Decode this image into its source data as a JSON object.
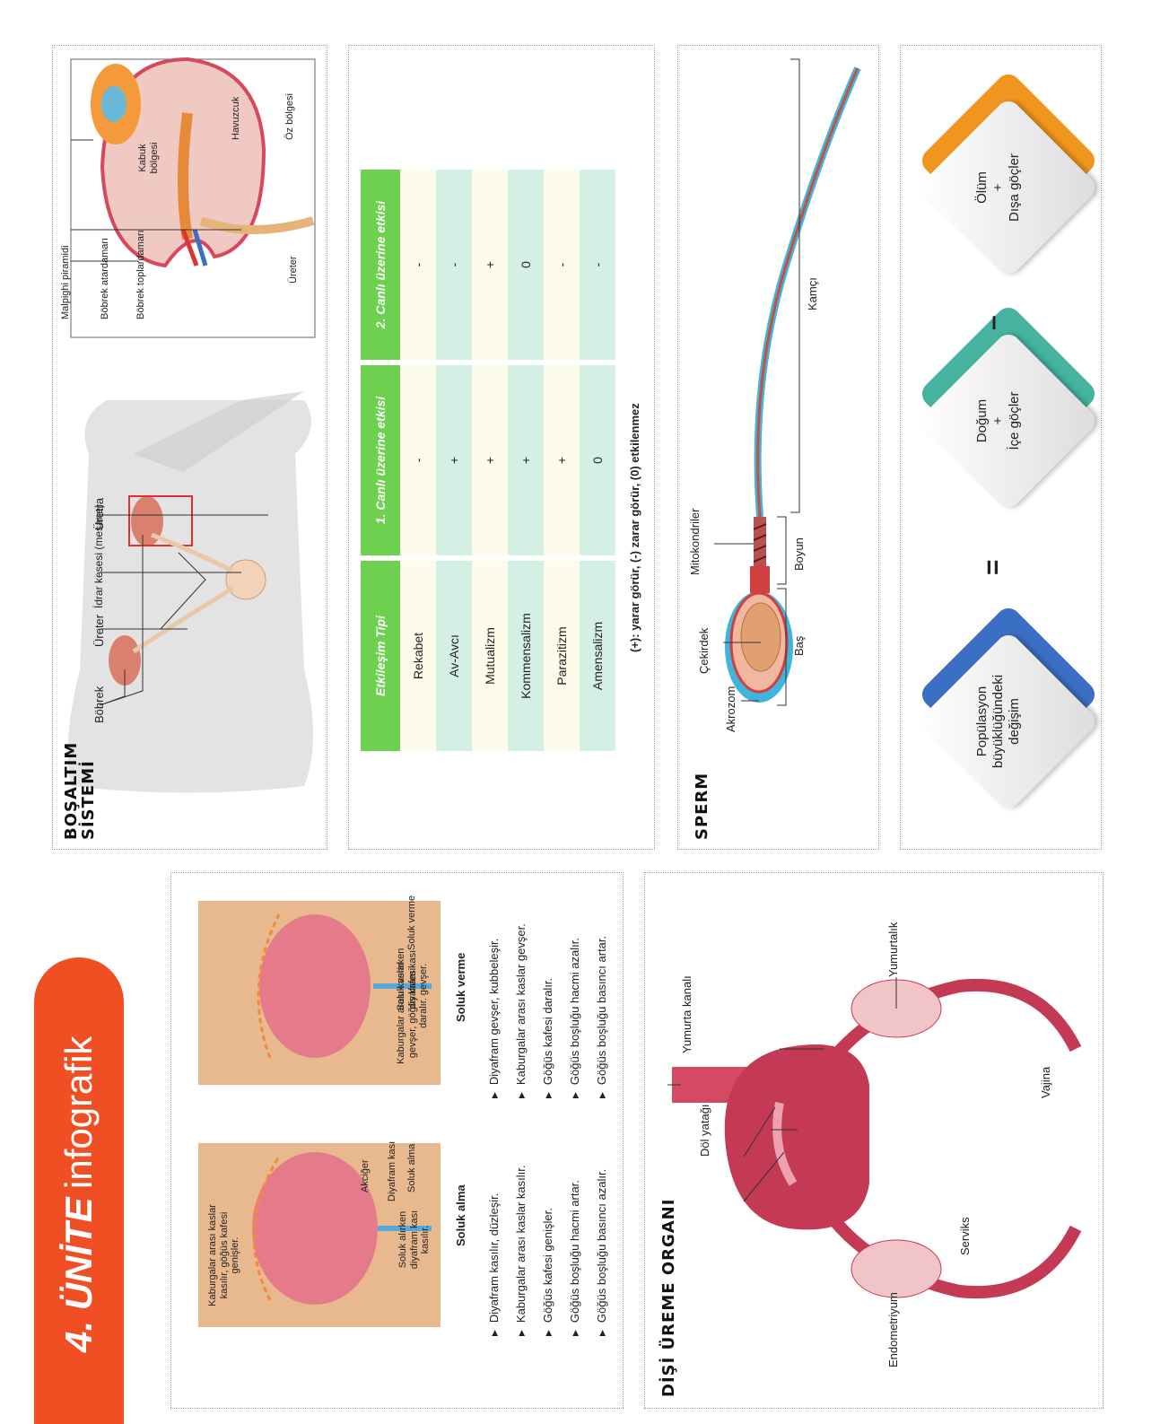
{
  "header": {
    "unit": "4. ÜNİTE",
    "label": "infografik"
  },
  "bosaltim": {
    "title": "BOŞALTIM SİSTEMİ",
    "labels": {
      "bobrek": "Böbrek",
      "ureter_body": "Üreter",
      "idrar": "İdrar kesesi (mesane)",
      "uretra": "Üretra",
      "malpighi": "Malpighi piramidi",
      "atardamar": "Böbrek atardamarı",
      "toplardamar": "Böbrek toplardamarı",
      "ureter_kidney": "Üreter",
      "kabuk": "Kabuk bölgesi",
      "havuzcuk": "Havuzcuk",
      "oz": "Öz bölgesi"
    }
  },
  "interactions": {
    "headers": [
      "Etkileşim Tipi",
      "1. Canlı üzerine etkisi",
      "2. Canlı üzerine etkisi"
    ],
    "rows": [
      {
        "type": "Rekabet",
        "c1": "-",
        "c2": "-"
      },
      {
        "type": "Av-Avcı",
        "c1": "+",
        "c2": "-"
      },
      {
        "type": "Mutualizm",
        "c1": "+",
        "c2": "+"
      },
      {
        "type": "Kommensalizm",
        "c1": "+",
        "c2": "0"
      },
      {
        "type": "Parazitizm",
        "c1": "+",
        "c2": "-"
      },
      {
        "type": "Amensalizm",
        "c1": "0",
        "c2": "-"
      }
    ],
    "legend": "(+): yarar görür,  (-) zarar görür,  (0) etkilenmez",
    "colors": {
      "header": "#6dd04e",
      "row_light": "#fdfbe9",
      "row_mint": "#d4f0e4"
    }
  },
  "sperm": {
    "title": "SPERM",
    "labels": {
      "akrozom": "Akrozom",
      "cekirdek": "Çekirdek",
      "mitokondri": "Mitokondriler",
      "bas": "Baş",
      "boyun": "Boyun",
      "kamci": "Kamçı"
    }
  },
  "population": {
    "card1": [
      "Popülasyon",
      "büyüklüğündeki",
      "değişim"
    ],
    "card2": [
      "Doğum",
      "+",
      "İçe göçler"
    ],
    "card3": [
      "Ölüm",
      "+",
      "Dışa göçler"
    ],
    "eq": "=",
    "minus": "–",
    "colors": [
      "#3a6fc4",
      "#46b3a0",
      "#f0961e"
    ]
  },
  "breathing": {
    "left_labels": {
      "kaburga": "Kaburgalar arası kaslar kasılır, göğüs kafesi genişler.",
      "soluk_alma_arrow": "Soluk alma",
      "akciger": "Akciğer",
      "diyafram": "Diyafram kası",
      "diyafram_note": "Soluk alırken diyafram kası kasılır."
    },
    "right_labels": {
      "kaburga": "Kaburgalar arası kaslar gevşer, göğüs kafesi daralır.",
      "soluk_verme_arrow": "Soluk verme",
      "diyafram_note": "Soluk verirken diyafram kası gevşer."
    },
    "inhale": {
      "title": "Soluk alma",
      "items": [
        "Diyafram kasılır, düzleşir.",
        "Kaburgalar arası kaslar kasılır.",
        "Göğüs kafesi genişler.",
        "Göğüs boşluğu hacmi artar.",
        "Göğüs boşluğu basıncı azalır."
      ]
    },
    "exhale": {
      "title": "Soluk verme",
      "items": [
        "Diyafram gevşer, kubbeleşir.",
        "Kaburgalar arası kaslar gevşer.",
        "Göğüs kafesi daralır.",
        "Göğüs boşluğu hacmi azalır.",
        "Göğüs boşluğu basıncı artar."
      ]
    }
  },
  "female": {
    "title": "DİŞİ ÜREME ORGANI",
    "labels": {
      "dol_yatagi": "Döl yatağı",
      "yumurta_kanali": "Yumurta kanalı",
      "yumurtalik": "Yumurtalık",
      "endometriyum": "Endometriyum",
      "serviks": "Serviks",
      "vajina": "Vajina"
    }
  }
}
